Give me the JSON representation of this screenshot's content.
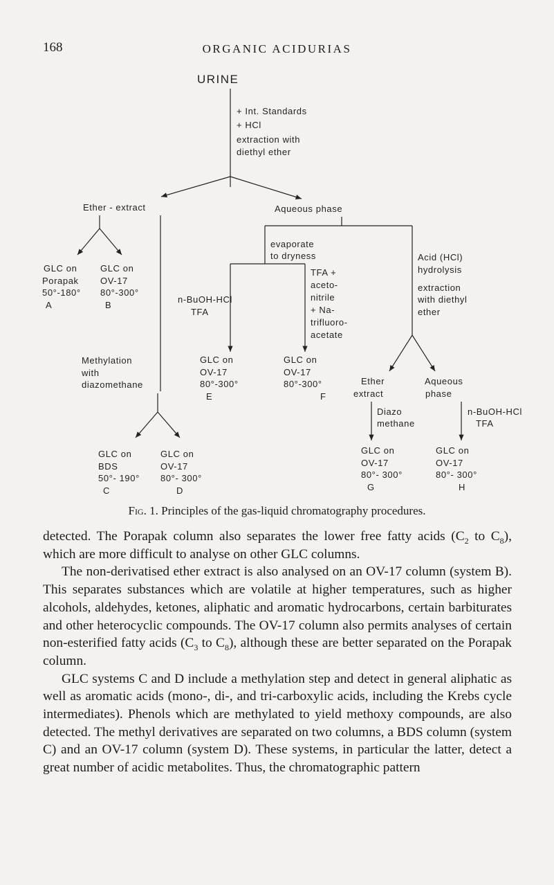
{
  "header": {
    "page_number": "168",
    "running_head": "ORGANIC ACIDURIAS"
  },
  "figure": {
    "root": "URINE",
    "steps": [
      "+ Int. Standards",
      "+ HCl",
      "extraction with",
      "diethyl ether"
    ],
    "ether_extract": "Ether - extract",
    "aqueous_phase": "Aqueous phase",
    "evaporate": [
      "evaporate",
      "to dryness"
    ],
    "acid_hydrolysis": [
      "Acid (HCl)",
      "hydrolysis",
      "",
      "extraction",
      "with diethyl",
      "ether"
    ],
    "nbuoh": [
      "n-BuOH-HCl",
      "TFA"
    ],
    "tfa_mix": [
      "TFA +",
      "aceto-",
      "nitrile",
      "+ Na-",
      "trifluoro-",
      "acetate"
    ],
    "glc_a": [
      "GLC on",
      "Porapak",
      "50°-180°",
      "A"
    ],
    "glc_b": [
      "GLC on",
      "OV-17",
      "80°-300°",
      "B"
    ],
    "methylation": [
      "Methylation",
      "with",
      "diazomethane"
    ],
    "glc_c": [
      "GLC on",
      "BDS",
      "50°- 190°",
      "C"
    ],
    "glc_d": [
      "GLC on",
      "OV-17",
      "80°- 300°",
      "D"
    ],
    "glc_e": [
      "GLC on",
      "OV-17",
      "80°-300°",
      "E"
    ],
    "glc_f": [
      "GLC on",
      "OV-17",
      "80°-300°",
      "F"
    ],
    "ether_extract2": [
      "Ether",
      "extract"
    ],
    "aqueous_phase2": [
      "Aqueous",
      "phase"
    ],
    "diazo": [
      "Diazo",
      "methane"
    ],
    "nbuoh2": [
      "n-BuOH-HCl",
      "TFA"
    ],
    "glc_g": [
      "GLC on",
      "OV-17",
      "80°- 300°",
      "G"
    ],
    "glc_h": [
      "GLC on",
      "OV-17",
      "80°- 300°",
      "H"
    ]
  },
  "caption": {
    "label": "Fig. 1.",
    "text": "Principles of the gas-liquid chromatography procedures."
  },
  "body": {
    "p1": [
      "detected. The Porapak column also separates the lower free fatty acids (C",
      "2",
      " to C",
      "8",
      "), which are more difficult to analyse on other GLC columns."
    ],
    "p2": [
      "The non-derivatised ether extract is also analysed on an OV-17 column (system B). This separates substances which are volatile at higher temperatures, such as higher alcohols, aldehydes, ketones, aliphatic and aromatic hydrocarbons, certain barbiturates and other heterocyclic compounds. The OV-17 column also permits analyses of certain non-esterified fatty acids (C",
      "3",
      " to C",
      "8",
      "), although these are better separated on the Porapak column."
    ],
    "p3": "GLC systems C and D include a methylation step and detect in general aliphatic as well as aromatic acids (mono-, di-, and tri-carboxylic acids, including the Krebs cycle intermediates). Phenols which are methylated to yield methoxy compounds, are also detected. The methyl derivatives are separated on two columns, a BDS column (system C) and an OV-17 column (system D). These systems, in particular the latter, detect a great number of acidic metabolites. Thus, the chromatographic pattern"
  }
}
